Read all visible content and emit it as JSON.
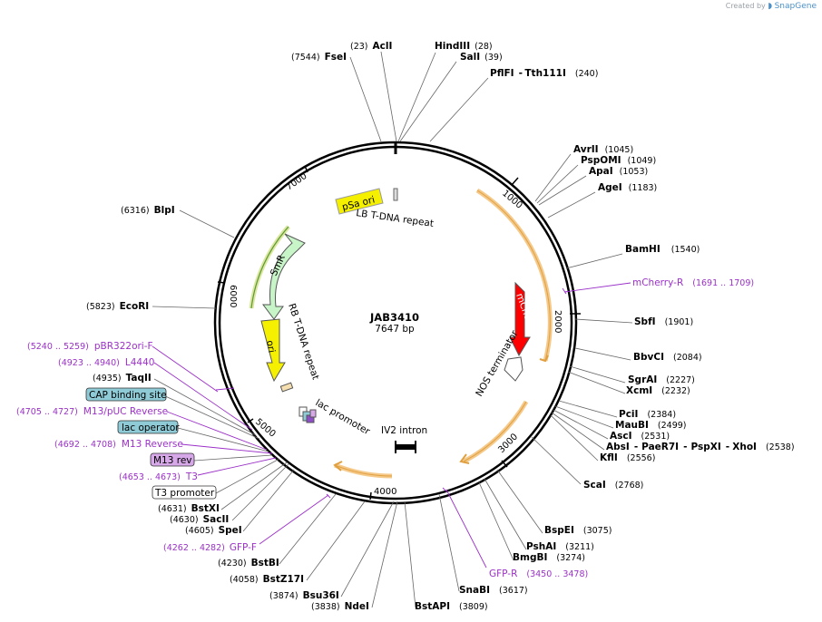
{
  "header": {
    "created_by": "Created by",
    "brand": "SnapGene"
  },
  "plasmid": {
    "name": "JAB3410",
    "length_label": "7647 bp"
  },
  "ticks": [
    "1000",
    "2000",
    "3000",
    "4000",
    "5000",
    "6000",
    "7000"
  ],
  "sites": [
    {
      "name": "AclI",
      "pos": "(23)"
    },
    {
      "name": "FseI",
      "pos": "(7544)"
    },
    {
      "name": "HindIII",
      "pos": "(28)"
    },
    {
      "name": "SalI",
      "pos": "(39)"
    },
    {
      "name": "PflFI",
      "pos": "(240)"
    },
    {
      "name": "Tth111I",
      "pos": ""
    },
    {
      "name": "AvrII",
      "pos": "(1045)"
    },
    {
      "name": "PspOMI",
      "pos": "(1049)"
    },
    {
      "name": "ApaI",
      "pos": "(1053)"
    },
    {
      "name": "AgeI",
      "pos": "(1183)"
    },
    {
      "name": "BamHI",
      "pos": "(1540)"
    },
    {
      "name": "SbfI",
      "pos": "(1901)"
    },
    {
      "name": "BbvCI",
      "pos": "(2084)"
    },
    {
      "name": "SgrAI",
      "pos": "(2227)"
    },
    {
      "name": "XcmI",
      "pos": "(2232)"
    },
    {
      "name": "PciI",
      "pos": "(2384)"
    },
    {
      "name": "MauBI",
      "pos": "(2499)"
    },
    {
      "name": "AscI",
      "pos": "(2531)"
    },
    {
      "name": "AbsI",
      "pos": ""
    },
    {
      "name": "PaeR7I",
      "pos": ""
    },
    {
      "name": "PspXI",
      "pos": ""
    },
    {
      "name": "XhoI",
      "pos": "(2538)"
    },
    {
      "name": "KflI",
      "pos": "(2556)"
    },
    {
      "name": "ScaI",
      "pos": "(2768)"
    },
    {
      "name": "BspEI",
      "pos": "(3075)"
    },
    {
      "name": "PshAI",
      "pos": "(3211)"
    },
    {
      "name": "BmgBI",
      "pos": "(3274)"
    },
    {
      "name": "SnaBI",
      "pos": "(3617)"
    },
    {
      "name": "BstAPI",
      "pos": "(3809)"
    },
    {
      "name": "NdeI",
      "pos": "(3838)"
    },
    {
      "name": "Bsu36I",
      "pos": "(3874)"
    },
    {
      "name": "BstZ17I",
      "pos": "(4058)"
    },
    {
      "name": "BstBI",
      "pos": "(4230)"
    },
    {
      "name": "SpeI",
      "pos": "(4605)"
    },
    {
      "name": "SacII",
      "pos": "(4630)"
    },
    {
      "name": "BstXI",
      "pos": "(4631)"
    },
    {
      "name": "TaqII",
      "pos": "(4935)"
    },
    {
      "name": "EcoRI",
      "pos": "(5823)"
    },
    {
      "name": "BlpI",
      "pos": "(6316)"
    }
  ],
  "primers": [
    {
      "name": "mCherry-R",
      "pos": "(1691 .. 1709)"
    },
    {
      "name": "GFP-R",
      "pos": "(3450 .. 3478)"
    },
    {
      "name": "GFP-F",
      "pos": "(4262 .. 4282)"
    },
    {
      "name": "T3",
      "pos": "(4653 .. 4673)"
    },
    {
      "name": "M13 Reverse",
      "pos": "(4692 .. 4708)"
    },
    {
      "name": "M13/pUC Reverse",
      "pos": "(4705 .. 4727)"
    },
    {
      "name": "L4440",
      "pos": "(4923 .. 4940)"
    },
    {
      "name": "pBR322ori-F",
      "pos": "(5240 .. 5259)"
    }
  ],
  "boxed_features": [
    {
      "name": "CAP binding site",
      "color": "#8ecbd6"
    },
    {
      "name": "lac operator",
      "color": "#8ecbd6"
    },
    {
      "name": "M13 rev",
      "color": "#d6a8e8"
    },
    {
      "name": "T3 promoter",
      "color": "#ffffff"
    }
  ],
  "features": [
    {
      "name": "pSa ori",
      "color": "#f5f000"
    },
    {
      "name": "LB T-DNA repeat",
      "color": "#cccccc"
    },
    {
      "name": "SmR",
      "color": "#c8f5c8"
    },
    {
      "name": "RB T-DNA repeat",
      "color": "#cccccc"
    },
    {
      "name": "ori",
      "color": "#f5f000"
    },
    {
      "name": "lac promoter",
      "color": "#ffffff"
    },
    {
      "name": "mCherry",
      "color": "#ff0000"
    },
    {
      "name": "NOS terminator",
      "color": "#ffffff"
    },
    {
      "name": "IV2 intron",
      "color": "#000000"
    }
  ],
  "colors": {
    "primer": "#9b30c8",
    "orf": "#f5c98a",
    "orf_border": "#e0a040"
  }
}
